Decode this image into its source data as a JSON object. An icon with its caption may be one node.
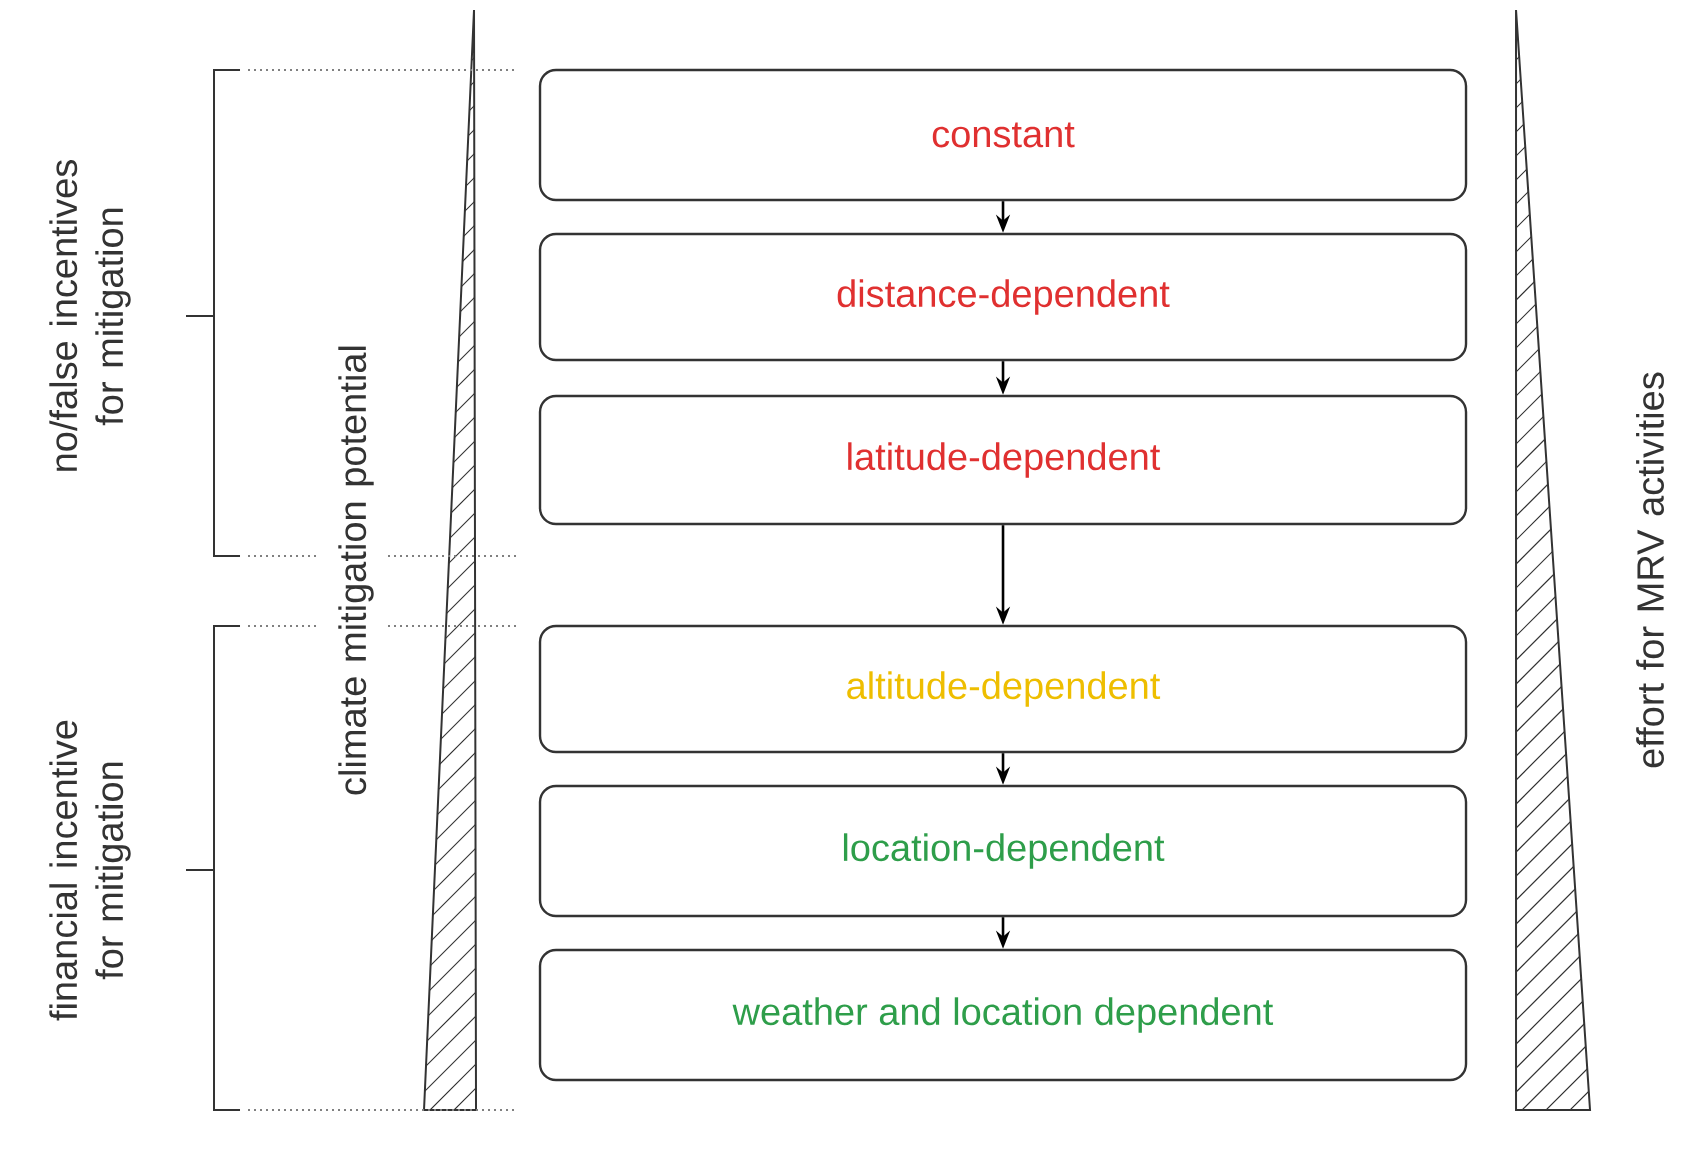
{
  "diagram": {
    "nodes": [
      {
        "text": [
          "constant"
        ]
      },
      {
        "text": [
          "distance-dependent"
        ]
      },
      {
        "text": [
          "latitude-dependent"
        ]
      },
      {
        "text": [
          "altitude-dependent"
        ]
      },
      {
        "text": [
          "location-dependent"
        ]
      },
      {
        "text": [
          "weather and location dependent"
        ]
      }
    ],
    "edges": [
      {
        "from": 0,
        "to": 1,
        "arrow": "to"
      },
      {
        "from": 1,
        "to": 2,
        "arrow": "to"
      },
      {
        "from": 2,
        "to": 3,
        "arrow": "to"
      },
      {
        "from": 3,
        "to": 4,
        "arrow": "to"
      },
      {
        "from": 4,
        "to": 5,
        "arrow": "to"
      }
    ],
    "labels": [
      "no/false incentives for mitigation",
      "financial incentive for mitigation",
      "climate mitigation potential",
      "effort for MRV activities"
    ]
  }
}
